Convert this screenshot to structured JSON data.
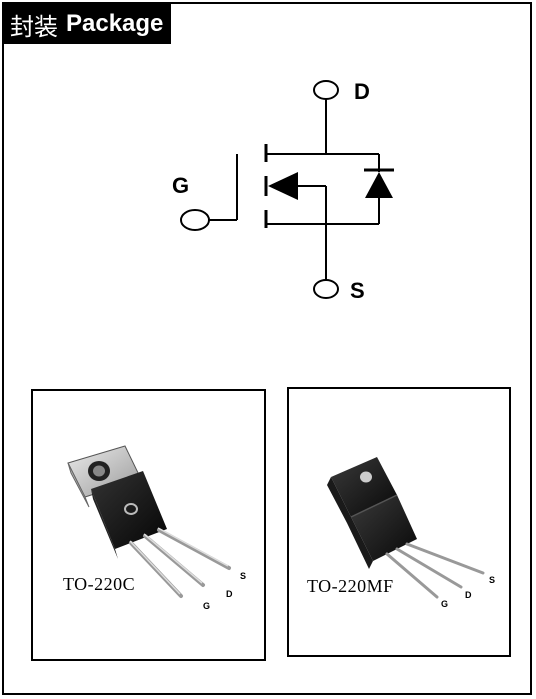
{
  "header": {
    "title_cn": "封装",
    "title_en": "Package"
  },
  "symbol": {
    "drain": "D",
    "gate": "G",
    "source": "S"
  },
  "packages": [
    {
      "name": "TO-220C",
      "pins": [
        "G",
        "D",
        "S"
      ]
    },
    {
      "name": "TO-220MF",
      "pins": [
        "G",
        "D",
        "S"
      ]
    }
  ]
}
